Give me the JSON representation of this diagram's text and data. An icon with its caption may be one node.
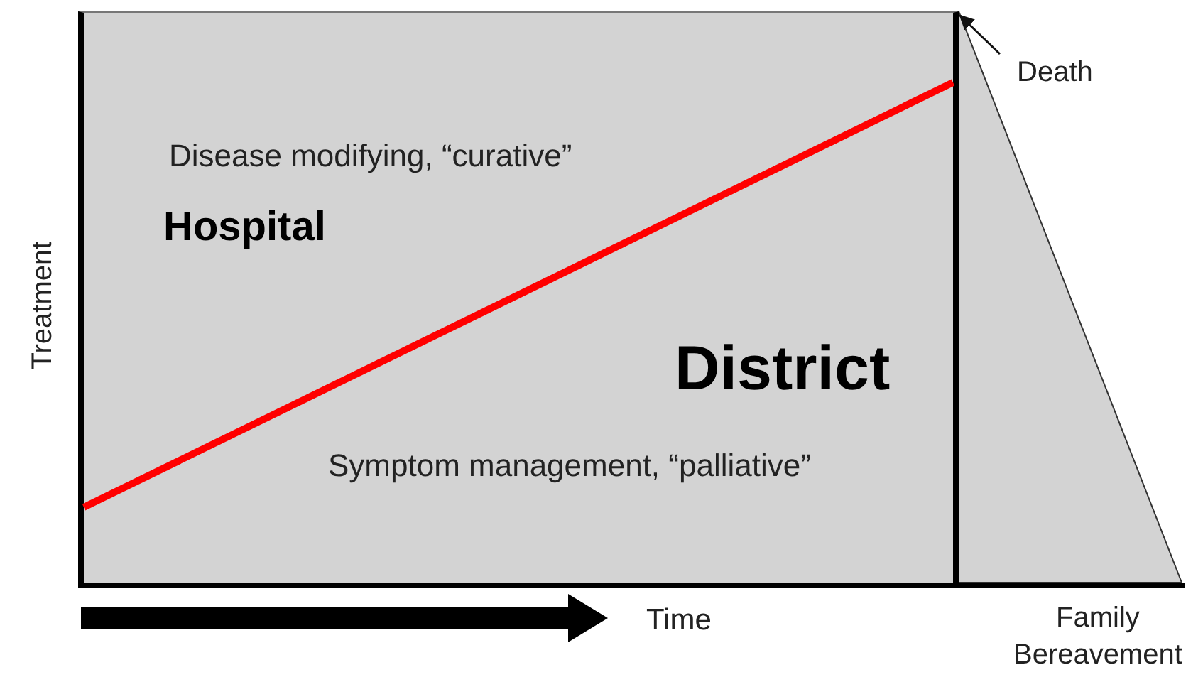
{
  "diagram": {
    "nodes": [
      {
        "text": [
          "Disease modifying, “curative”",
          "Hospital",
          "District",
          "Symptom management, “palliative”"
        ]
      },
      {
        "text": [],
        "shape": "triangle",
        "beside": [
          "Family Bereavement"
        ]
      },
      {
        "text": [
          "Death"
        ]
      }
    ],
    "edges": [
      {
        "from": 2,
        "to": 1,
        "arrow": "to"
      }
    ],
    "labels": [
      "Treatment",
      "Time"
    ]
  }
}
